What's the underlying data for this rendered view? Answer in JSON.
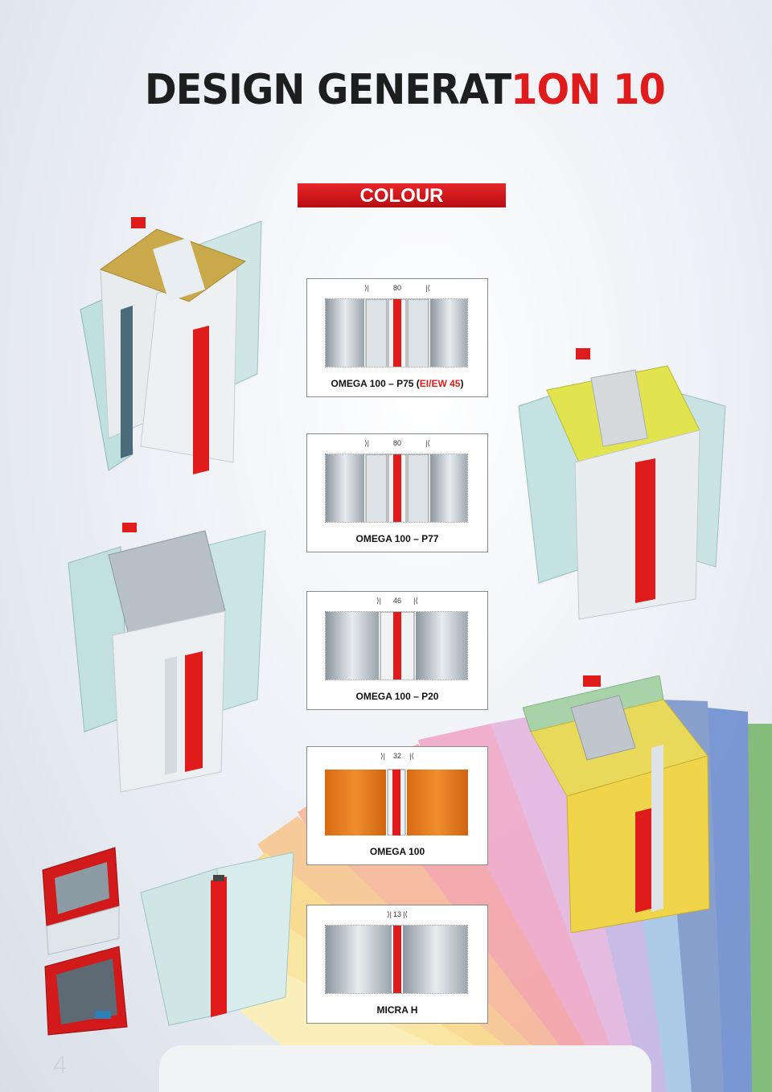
{
  "header": {
    "title_part1": "DESIGN GENERAT",
    "title_accent": "1ON 10"
  },
  "banner": {
    "label": "COLOUR"
  },
  "profiles": [
    {
      "dimension": "80",
      "name_prefix": "OMEGA 100 – P75 (",
      "name_accent": "EI/EW 45",
      "name_suffix": ")"
    },
    {
      "dimension": "80",
      "name": "OMEGA 100 – P77"
    },
    {
      "dimension": "46",
      "name": "OMEGA 100 – P20"
    },
    {
      "dimension": "32",
      "name": "OMEGA 100"
    },
    {
      "dimension": "13",
      "name": "MICRA H"
    }
  ],
  "footer": {
    "page_number": "4"
  },
  "colors": {
    "accent": "#e01b1b",
    "dark": "#1e1e1e",
    "glass": "#bfe0df",
    "wood": "#e07a1f",
    "insulation": "#c9a94a"
  }
}
